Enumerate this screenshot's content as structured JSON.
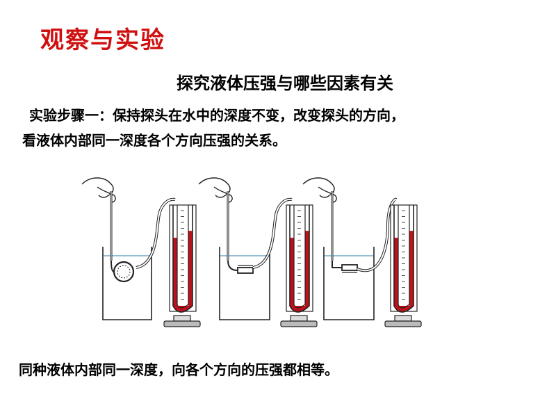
{
  "slide": {
    "heading": "观察与实验",
    "heading_color": "#d01010",
    "subtitle": "探究液体压强与哪些因素有关",
    "step_lines": [
      "实验步骤一：保持探头在水中的深度不变，改变探头的方向，",
      "看液体内部同一深度各个方向压强的关系。"
    ],
    "conclusion": "同种液体内部同一深度，向各个方向的压强都相等。"
  },
  "figure": {
    "setups": [
      {
        "probe_orientation": "side"
      },
      {
        "probe_orientation": "up"
      },
      {
        "probe_orientation": "down"
      }
    ],
    "liquid_level_fraction": 0.73,
    "colors": {
      "manometer_liquid": "#c0101a",
      "water_line": "#6fa8c8",
      "outline": "#222222"
    }
  }
}
